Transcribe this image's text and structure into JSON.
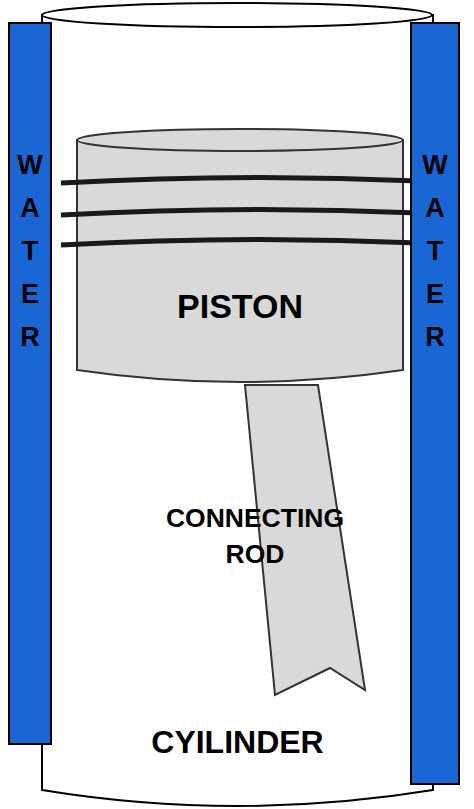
{
  "diagram": {
    "nodes": [
      {
        "text": [
          "WATER"
        ]
      },
      {
        "text": [
          "CYILINDER"
        ]
      },
      {
        "text": [
          "PISTON"
        ],
        "in": 1
      },
      {
        "text": [
          "CONNECTING ROD"
        ],
        "in": 1
      },
      {
        "text": [
          "WATER"
        ]
      }
    ]
  }
}
